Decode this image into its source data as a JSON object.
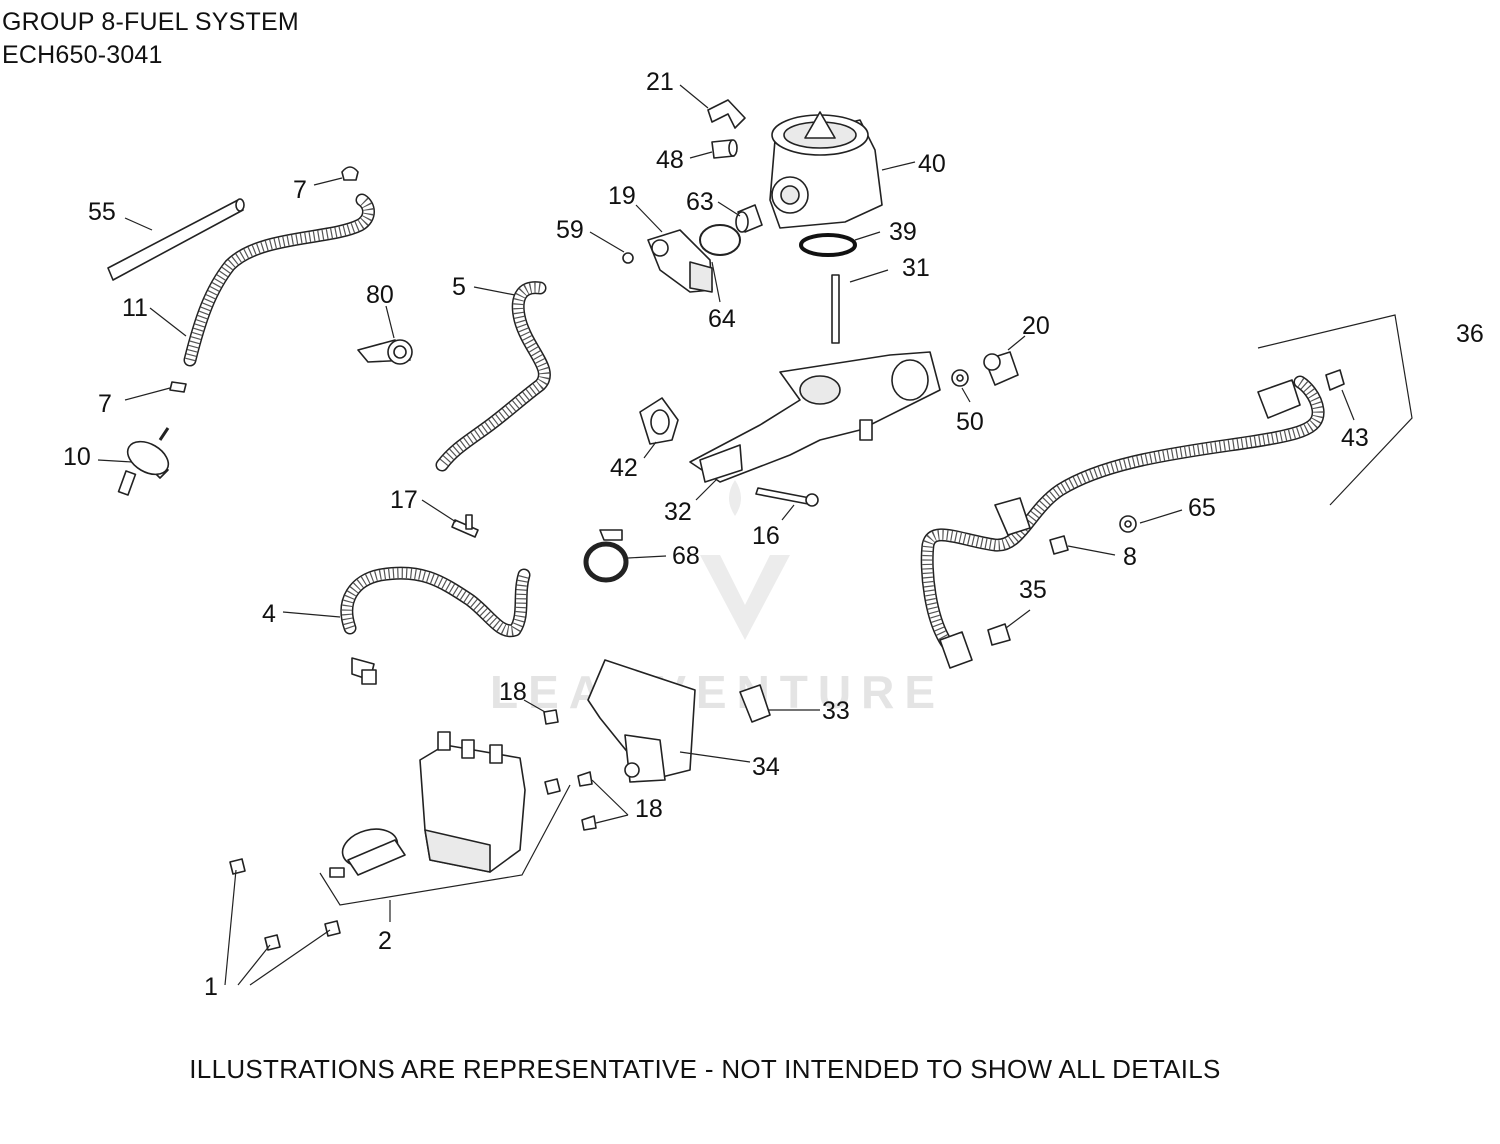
{
  "header": {
    "title": "GROUP 8-FUEL SYSTEM",
    "model": "ECH650-3041"
  },
  "footer": {
    "note": "ILLUSTRATIONS ARE REPRESENTATIVE - NOT INTENDED TO SHOW ALL DETAILS"
  },
  "watermark": {
    "text": "LEADVENTURE"
  },
  "callouts": {
    "c1": "1",
    "c2": "2",
    "c4": "4",
    "c5": "5",
    "c7a": "7",
    "c7b": "7",
    "c8": "8",
    "c10": "10",
    "c11": "11",
    "c16": "16",
    "c17": "17",
    "c18a": "18",
    "c18b": "18",
    "c19": "19",
    "c20": "20",
    "c21": "21",
    "c31": "31",
    "c32": "32",
    "c33": "33",
    "c34": "34",
    "c35": "35",
    "c36": "36",
    "c39": "39",
    "c40": "40",
    "c42": "42",
    "c43": "43",
    "c48": "48",
    "c50": "50",
    "c55": "55",
    "c59": "59",
    "c63": "63",
    "c64": "64",
    "c65": "65",
    "c68": "68",
    "c80": "80"
  },
  "icons": {
    "watermark_logo": "leadventure-logo-icon"
  }
}
